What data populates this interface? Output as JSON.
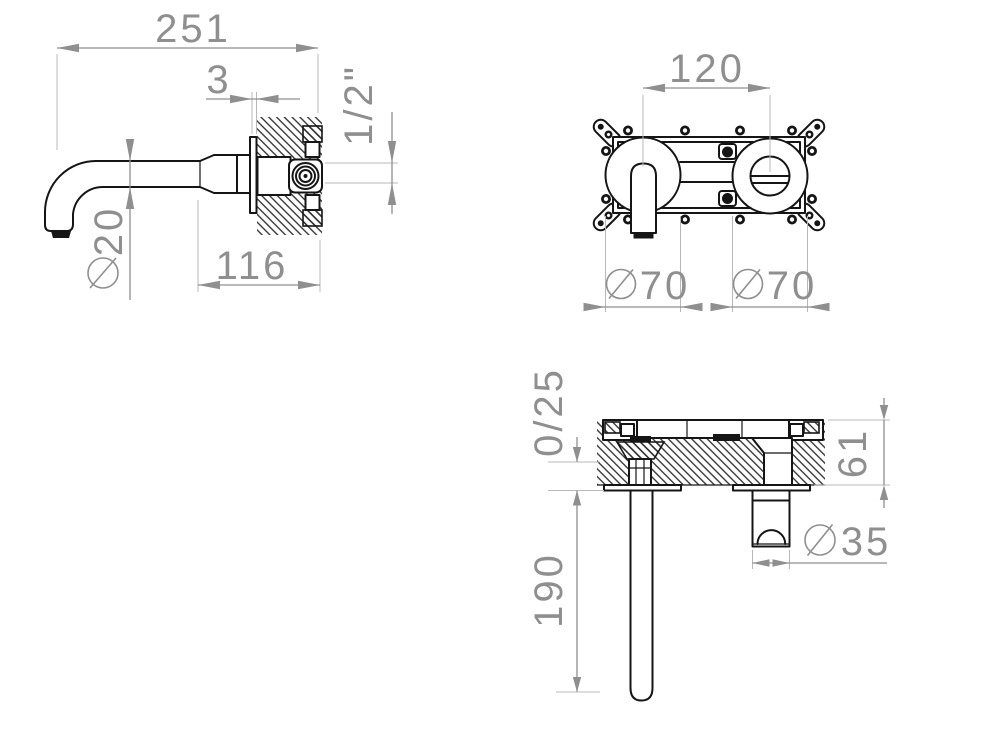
{
  "palette": {
    "background": "#ffffff",
    "drawing_line": "#151515",
    "dimension_color": "#8f8f8f",
    "extension_color": "#b8b8b8"
  },
  "diameter_symbol": "⌀",
  "views": {
    "spout_side_view": {
      "dimensions": {
        "overall_projection": "251",
        "trim_gap": "3",
        "inlet_thread": "1/2\"",
        "spout_tube_diameter": "20",
        "spout_to_wall": "116"
      }
    },
    "valve_front_view": {
      "dimensions": {
        "center_distance": "120",
        "handle_escutcheon_diameter": "70",
        "outlet_escutcheon_diameter": "70"
      }
    },
    "installation_section_view": {
      "dimensions": {
        "plaster_adjustment_range": "0/25",
        "body_depth": "61",
        "handle_drop_length": "190",
        "outlet_stub_diameter": "35"
      }
    }
  }
}
